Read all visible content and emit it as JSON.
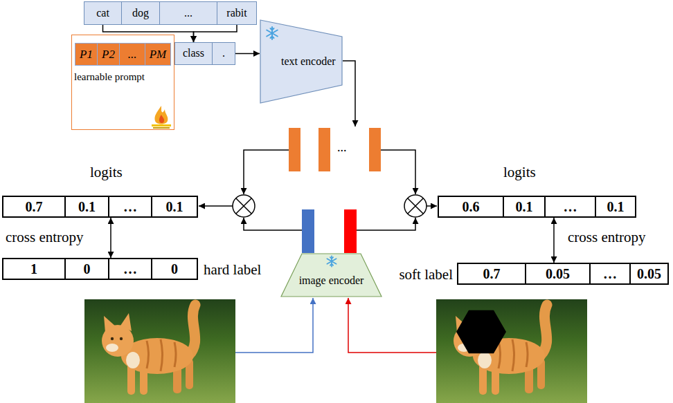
{
  "diagram": {
    "nodes": [
      {
        "text": [
          "cat"
        ]
      },
      {
        "text": [
          "dog"
        ]
      },
      {
        "text": [
          "..."
        ]
      },
      {
        "text": [
          "rabit"
        ]
      },
      {
        "text": [
          "learnable prompt"
        ]
      },
      {
        "text": [
          "P1"
        ],
        "in": 4
      },
      {
        "text": [
          "P2"
        ],
        "in": 4
      },
      {
        "text": [
          "..."
        ],
        "in": 4
      },
      {
        "text": [
          "PM"
        ],
        "in": 4
      },
      {
        "text": [
          "class"
        ]
      },
      {
        "text": [
          "."
        ]
      },
      {
        "text": [
          "text encoder"
        ]
      },
      {
        "text": [
          "logits"
        ]
      },
      {
        "text": [
          "0.7"
        ],
        "in": 12
      },
      {
        "text": [
          "0.1"
        ],
        "in": 12
      },
      {
        "text": [
          "…"
        ],
        "in": 12
      },
      {
        "text": [
          "0.1"
        ],
        "in": 12
      },
      {
        "text": [
          "logits"
        ]
      },
      {
        "text": [
          "0.6"
        ],
        "in": 17
      },
      {
        "text": [
          "0.1"
        ],
        "in": 17
      },
      {
        "text": [
          "…"
        ],
        "in": 17
      },
      {
        "text": [
          "0.1"
        ],
        "in": 17
      },
      {
        "text": [
          "hard label"
        ]
      },
      {
        "text": [
          "1"
        ],
        "in": 22
      },
      {
        "text": [
          "0"
        ],
        "in": 22
      },
      {
        "text": [
          "…"
        ],
        "in": 22
      },
      {
        "text": [
          "0"
        ],
        "in": 22
      },
      {
        "text": [
          "soft label"
        ]
      },
      {
        "text": [
          "0.7"
        ],
        "in": 27
      },
      {
        "text": [
          "0.05"
        ],
        "in": 27
      },
      {
        "text": [
          "…"
        ],
        "in": 27
      },
      {
        "text": [
          "0.05"
        ],
        "in": 27
      },
      {
        "text": [
          "image encoder"
        ]
      }
    ],
    "edges": [
      {
        "from": 0,
        "to": 9,
        "arrow": "to"
      },
      {
        "from": 3,
        "to": 9,
        "arrow": "to"
      },
      {
        "from": 10,
        "to": 11,
        "arrow": "to"
      },
      {
        "from": 12,
        "to": 22,
        "label": "cross entropy",
        "arrow": "both"
      },
      {
        "from": 17,
        "to": 27,
        "label": "cross entropy",
        "arrow": "both"
      }
    ],
    "labels": [
      "..."
    ]
  }
}
